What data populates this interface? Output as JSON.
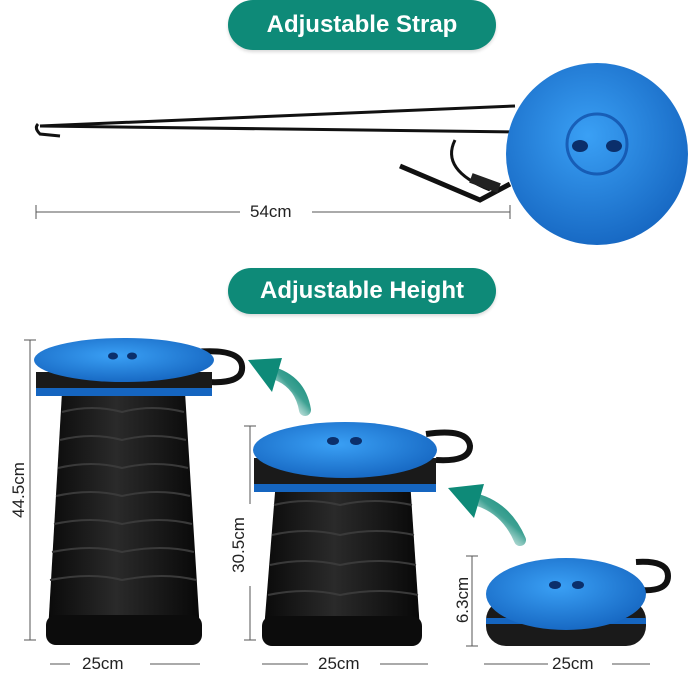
{
  "headings": {
    "strap": "Adjustable Strap",
    "height": "Adjustable Height"
  },
  "dimensions": {
    "strap_length": "54cm",
    "tall_height": "44.5cm",
    "tall_width": "25cm",
    "mid_height": "30.5cm",
    "mid_width": "25cm",
    "folded_height": "6.3cm",
    "folded_width": "25cm"
  },
  "colors": {
    "accent_teal": "#0e8a78",
    "seat_blue": "#1e88e5",
    "body_black": "#141414",
    "arrow_gradient_start": "#0e8a78"
  },
  "icons": [
    "curved-arrow-icon",
    "curved-arrow-icon"
  ]
}
